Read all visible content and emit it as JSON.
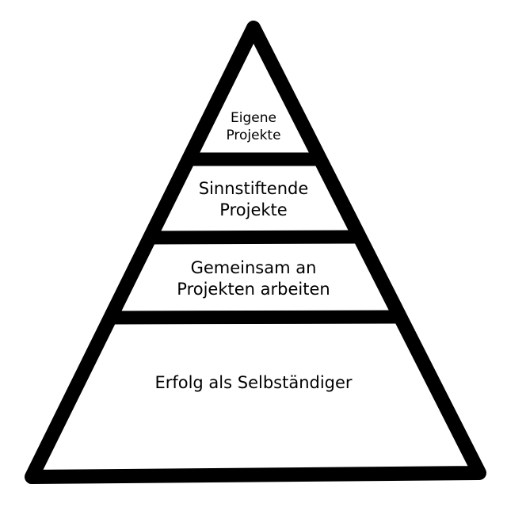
{
  "pyramid": {
    "levels": [
      {
        "lines": [
          "Eigene",
          "Projekte"
        ]
      },
      {
        "lines": [
          "Sinnstiftende",
          "Projekte"
        ]
      },
      {
        "lines": [
          "Gemeinsam an",
          "Projekten arbeiten"
        ]
      },
      {
        "lines": [
          "Erfolg als Selbständiger"
        ]
      }
    ],
    "stroke_color": "#000000",
    "fill_color": "#ffffff"
  }
}
